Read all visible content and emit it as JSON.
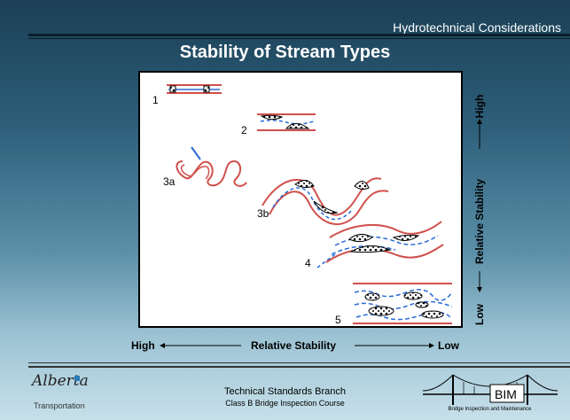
{
  "header": {
    "section_title": "Hydrotechnical Considerations"
  },
  "slide": {
    "title": "Stability of Stream Types"
  },
  "figure": {
    "stream_labels": [
      "1",
      "2",
      "3a",
      "3b",
      "4",
      "5"
    ],
    "y_axis": {
      "top": "High",
      "middle": "Relative Stability",
      "bottom": "Low"
    },
    "x_axis": {
      "left": "High",
      "middle": "Relative Stability",
      "right": "Low"
    }
  },
  "footer": {
    "logo_text": "Alberta",
    "logo_subtext": "Transportation",
    "line1": "Technical Standards Branch",
    "line2": "Class B Bridge Inspection Course",
    "bim_label": "BIM",
    "bim_subtext": "Bridge Inspection and Maintenance"
  },
  "colors": {
    "bank": "#d0504c",
    "water": "#2a6bd6",
    "bar_fill": "#ffffff",
    "bar_dots": "#000000"
  }
}
